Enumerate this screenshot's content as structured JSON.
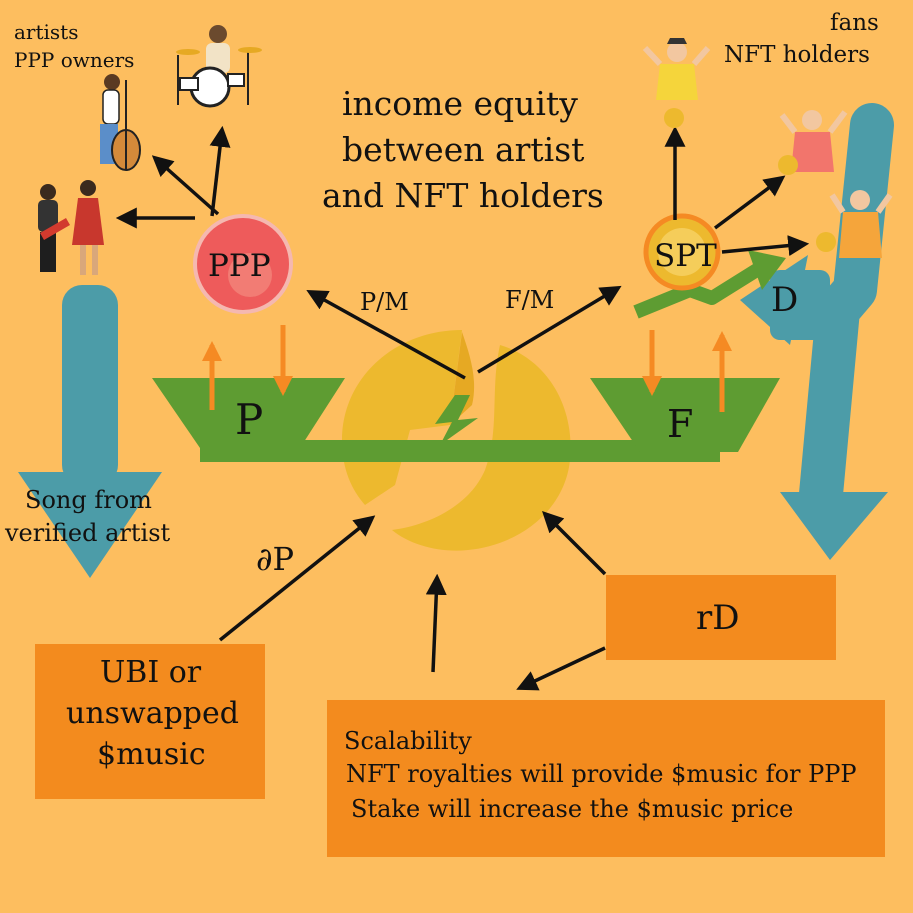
{
  "title": {
    "line1": "income equity",
    "line2": "between artist",
    "line3": "and NFT holders"
  },
  "artists": {
    "line1": "artists",
    "line2": "PPP owners"
  },
  "fans": {
    "line1": "fans",
    "line2": "NFT holders"
  },
  "tokens": {
    "ppp": "PPP",
    "spt": "SPT"
  },
  "pools": {
    "p": "P",
    "f": "F"
  },
  "flows": {
    "pm": "P/M",
    "fm": "F/M",
    "dp": "∂P",
    "d": "D"
  },
  "song": {
    "line1": "Song from",
    "line2": "verified artist"
  },
  "boxes": {
    "ubi": {
      "line1": "UBI or",
      "line2": "unswapped",
      "line3": "$music"
    },
    "rd": {
      "label": "rD"
    },
    "scalability": {
      "line1": "Scalability",
      "line2": "NFT royalties will provide $music for PPP",
      "line3": "Stake will increase the $music price"
    }
  },
  "colors": {
    "background": "#FDBE5F",
    "green": "#5E9C32",
    "teal": "#4C9CA8",
    "orange_box": "#F38B1E",
    "gold": "#EDB92E",
    "ppp_red": "#EE5B5B",
    "arrow_orange": "#F58A23"
  },
  "icons": [
    "music-note-icon",
    "lightning-icon",
    "coin-icon",
    "trend-arrow-icon"
  ]
}
